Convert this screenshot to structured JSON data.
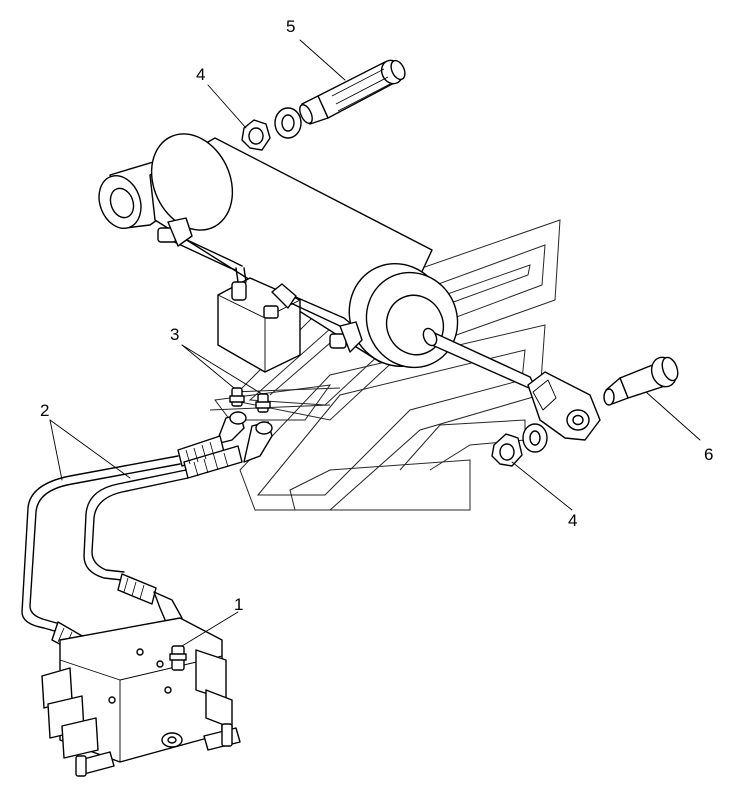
{
  "callouts": [
    {
      "id": "c1",
      "label": "1"
    },
    {
      "id": "c2",
      "label": "2"
    },
    {
      "id": "c3",
      "label": "3"
    },
    {
      "id": "c4a",
      "label": "4"
    },
    {
      "id": "c4b",
      "label": "4"
    },
    {
      "id": "c5",
      "label": "5"
    },
    {
      "id": "c6",
      "label": "6"
    }
  ],
  "colors": {
    "ink": "#000000",
    "paper": "#ffffff"
  }
}
